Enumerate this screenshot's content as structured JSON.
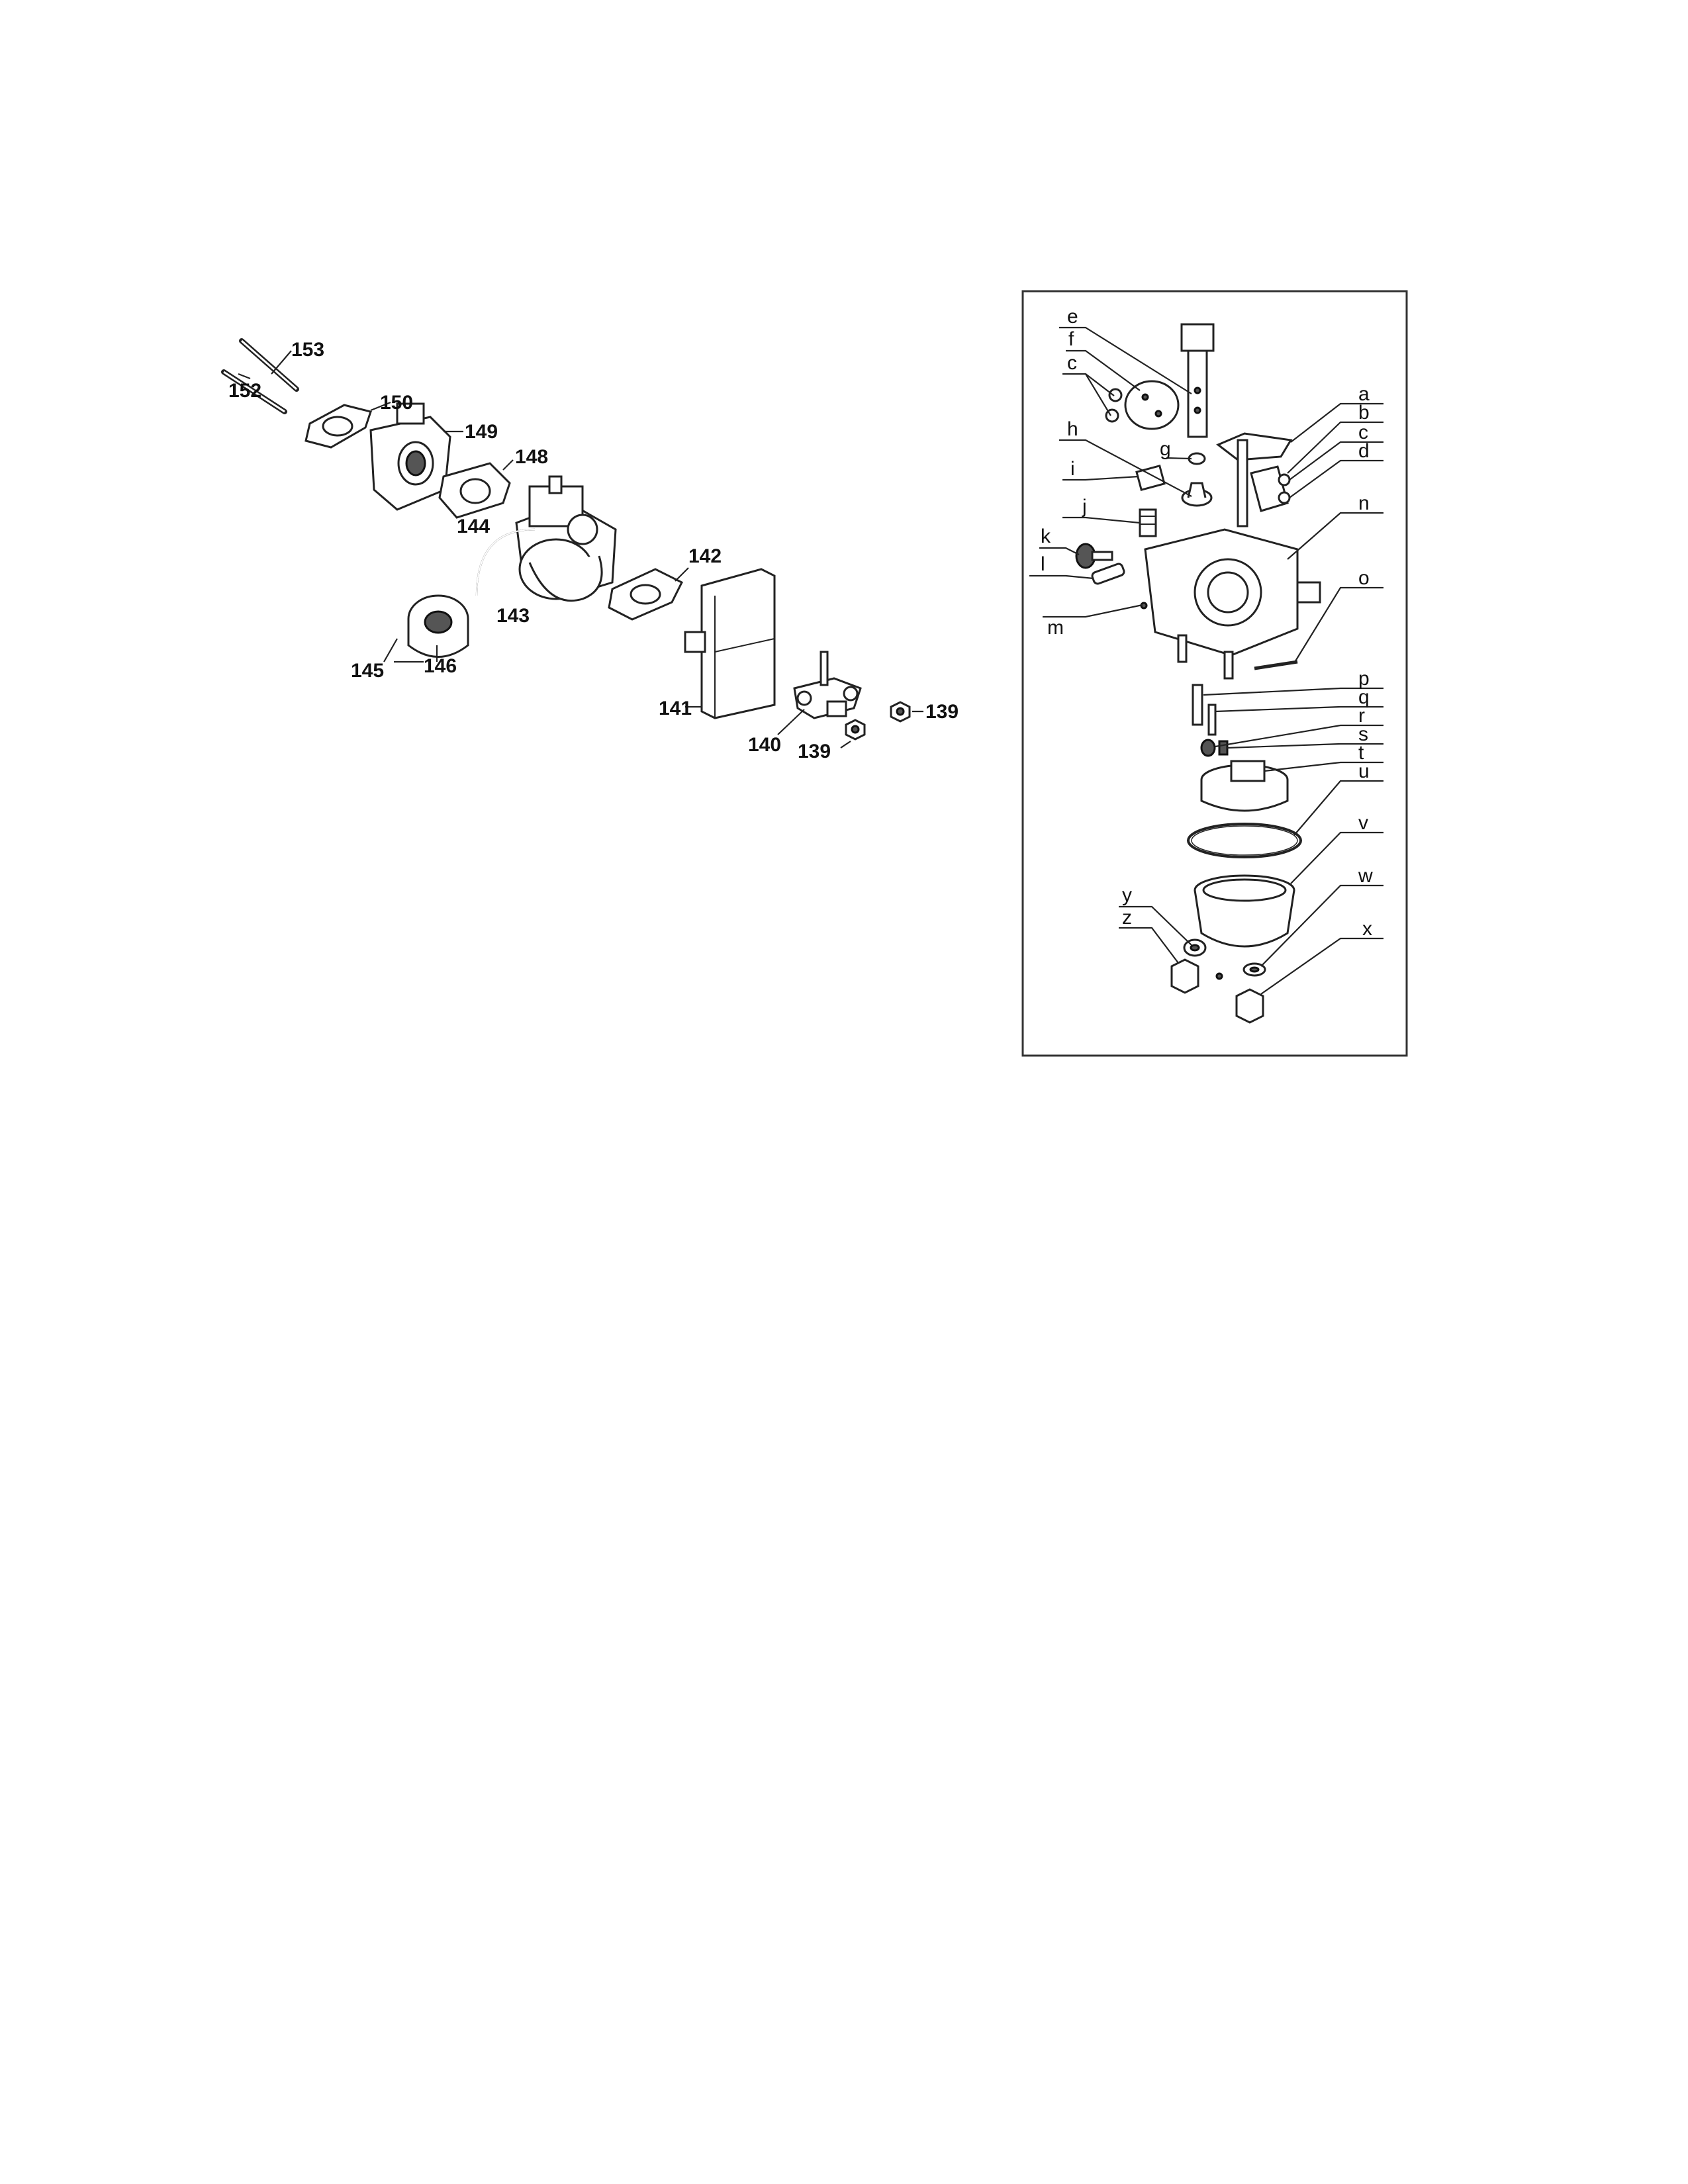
{
  "left_diagram": {
    "callouts": [
      {
        "id": "c153",
        "label": "153"
      },
      {
        "id": "c152",
        "label": "152"
      },
      {
        "id": "c150",
        "label": "150"
      },
      {
        "id": "c149",
        "label": "149"
      },
      {
        "id": "c148",
        "label": "148"
      },
      {
        "id": "c144",
        "label": "144"
      },
      {
        "id": "c143",
        "label": "143"
      },
      {
        "id": "c142",
        "label": "142"
      },
      {
        "id": "c145",
        "label": "145"
      },
      {
        "id": "c146",
        "label": "146"
      },
      {
        "id": "c141",
        "label": "141"
      },
      {
        "id": "c140",
        "label": "140"
      },
      {
        "id": "c139a",
        "label": "139"
      },
      {
        "id": "c139b",
        "label": "139"
      }
    ]
  },
  "right_diagram": {
    "callouts": [
      {
        "id": "le",
        "label": "e"
      },
      {
        "id": "lf",
        "label": "f"
      },
      {
        "id": "lc1",
        "label": "c"
      },
      {
        "id": "lh",
        "label": "h"
      },
      {
        "id": "lg",
        "label": "g"
      },
      {
        "id": "li",
        "label": "i"
      },
      {
        "id": "lj",
        "label": "j"
      },
      {
        "id": "lk",
        "label": "k"
      },
      {
        "id": "ll",
        "label": "l"
      },
      {
        "id": "lm",
        "label": "m"
      },
      {
        "id": "la",
        "label": "a"
      },
      {
        "id": "lb",
        "label": "b"
      },
      {
        "id": "lc2",
        "label": "c"
      },
      {
        "id": "ld",
        "label": "d"
      },
      {
        "id": "ln",
        "label": "n"
      },
      {
        "id": "lo",
        "label": "o"
      },
      {
        "id": "lp",
        "label": "p"
      },
      {
        "id": "lq",
        "label": "q"
      },
      {
        "id": "lr",
        "label": "r"
      },
      {
        "id": "ls",
        "label": "s"
      },
      {
        "id": "lt",
        "label": "t"
      },
      {
        "id": "lu",
        "label": "u"
      },
      {
        "id": "lv",
        "label": "v"
      },
      {
        "id": "lw",
        "label": "w"
      },
      {
        "id": "lx",
        "label": "x"
      },
      {
        "id": "ly",
        "label": "y"
      },
      {
        "id": "lz",
        "label": "z"
      }
    ]
  }
}
